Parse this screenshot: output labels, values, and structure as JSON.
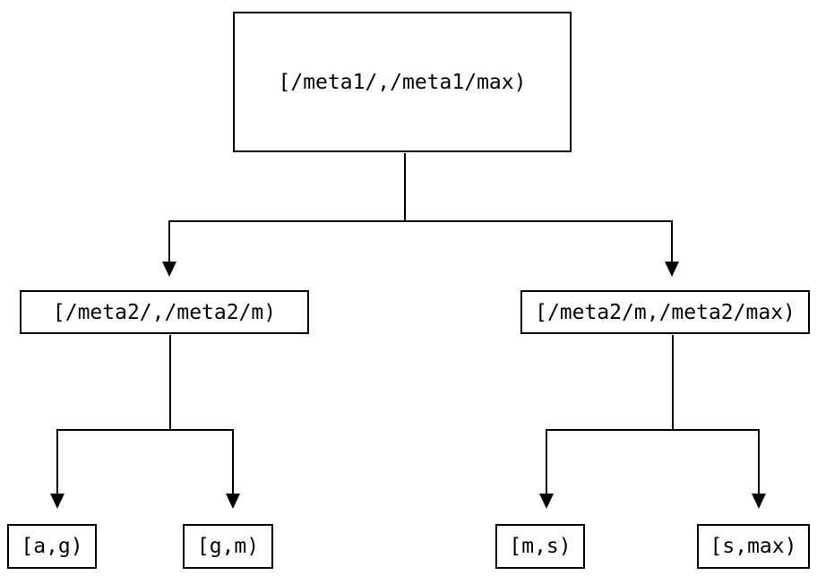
{
  "diagram": {
    "type": "tree",
    "description": "Key-range partition tree",
    "colors": {
      "background": "#ffffff",
      "line": "#000000",
      "box_fill": "#ffffff",
      "text": "#000000"
    },
    "nodes": {
      "root": {
        "label": "[/meta1/,/meta1/max)"
      },
      "children": [
        {
          "label": "[/meta2/,/meta2/m)"
        },
        {
          "label": "[/meta2/m,/meta2/max)"
        }
      ],
      "leaves": [
        {
          "label": "[a,g)"
        },
        {
          "label": "[g,m)"
        },
        {
          "label": "[m,s)"
        },
        {
          "label": "[s,max)"
        }
      ]
    },
    "edges": [
      {
        "from": "root",
        "to": "children.0"
      },
      {
        "from": "root",
        "to": "children.1"
      },
      {
        "from": "children.0",
        "to": "leaves.0"
      },
      {
        "from": "children.0",
        "to": "leaves.1"
      },
      {
        "from": "children.1",
        "to": "leaves.2"
      },
      {
        "from": "children.1",
        "to": "leaves.3"
      }
    ]
  }
}
